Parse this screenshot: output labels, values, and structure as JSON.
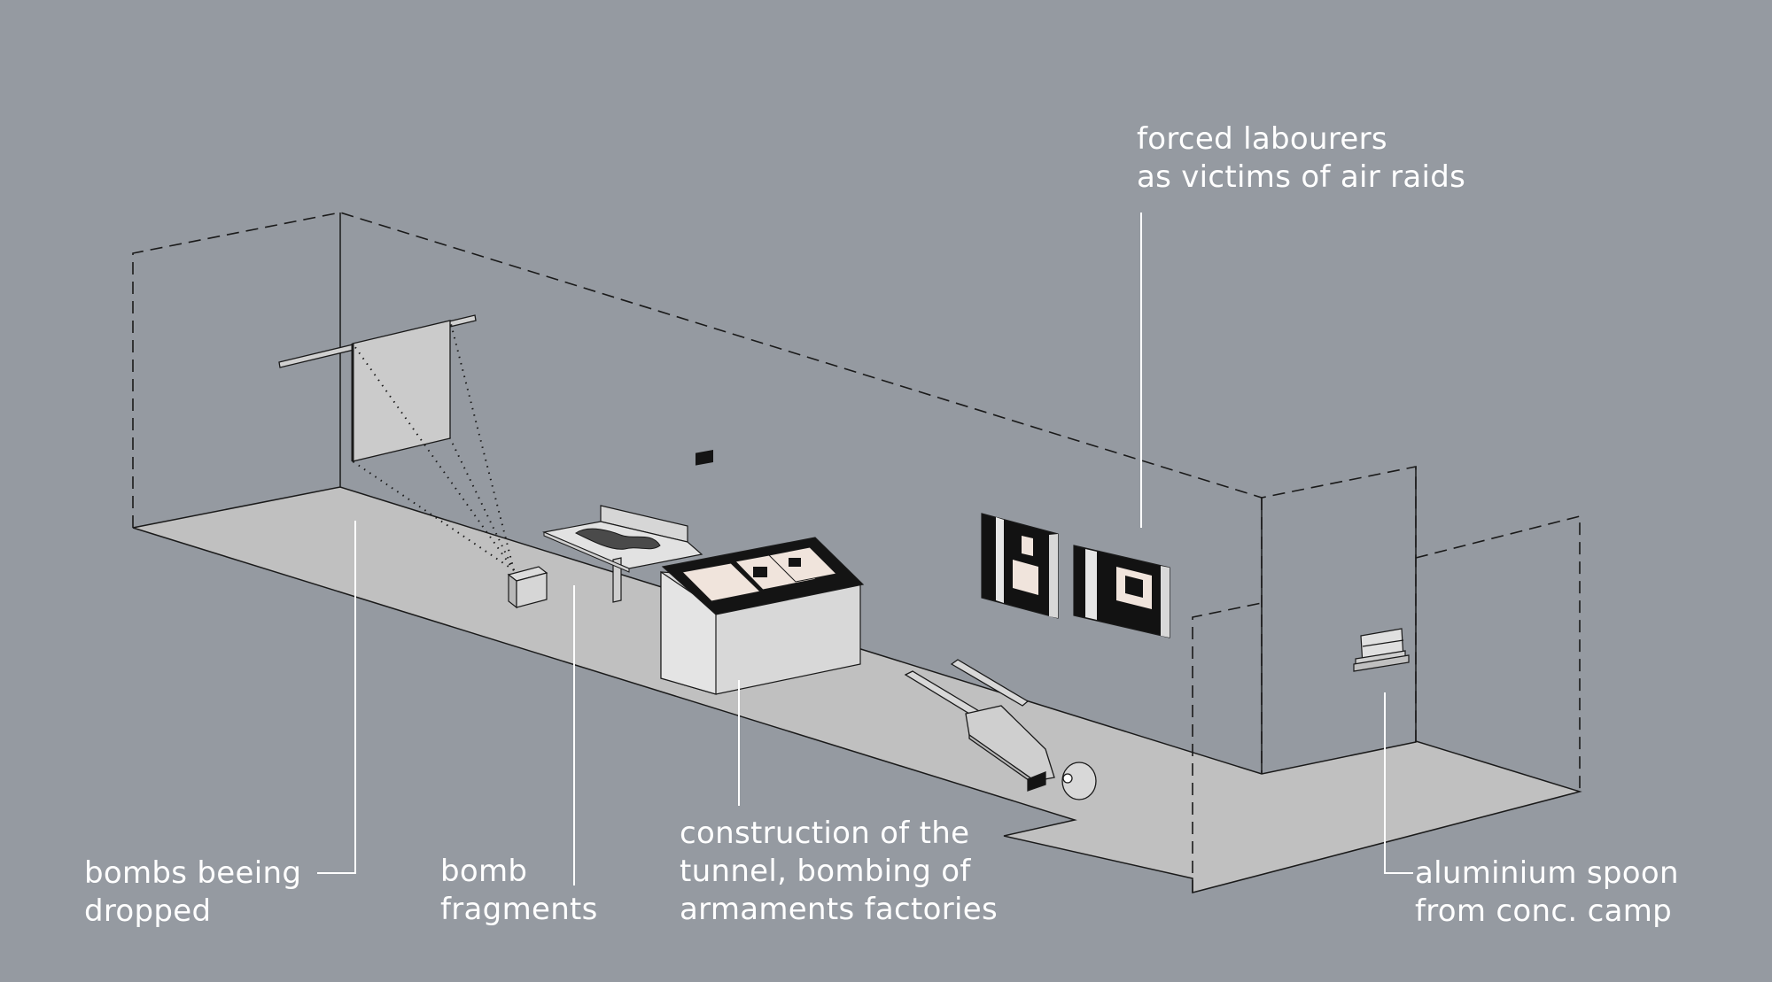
{
  "background_color": "#959aa1",
  "floor_color": "#c0c0c0",
  "line_color": "#1a1a1a",
  "leader_color": "#ffffff",
  "labels": {
    "forced_labourers": {
      "line1": "forced labourers",
      "line2": "as victims of air raids"
    },
    "bombs": {
      "line1": "bombs beeing",
      "line2": "dropped"
    },
    "fragments": {
      "line1": "bomb",
      "line2": "fragments"
    },
    "tunnel": {
      "line1": "construction of the",
      "line2": "tunnel, bombing of",
      "line3": "armaments factories"
    },
    "spoon": {
      "line1": "aluminium spoon",
      "line2": "from conc. camp"
    }
  },
  "icons": {
    "projector": "projector-icon",
    "screen": "projection-screen-icon",
    "wheelbarrow": "wheelbarrow-icon"
  }
}
